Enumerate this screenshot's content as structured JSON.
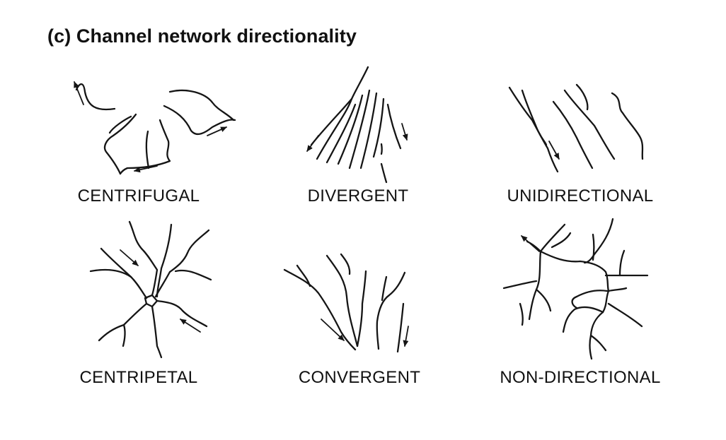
{
  "title": "(c) Channel network directionality",
  "panels": [
    {
      "label": "CENTRIFUGAL"
    },
    {
      "label": "DIVERGENT"
    },
    {
      "label": "UNIDIRECTIONAL"
    },
    {
      "label": "CENTRIPETAL"
    },
    {
      "label": "CONVERGENT"
    },
    {
      "label": "NON-DIRECTIONAL"
    }
  ]
}
